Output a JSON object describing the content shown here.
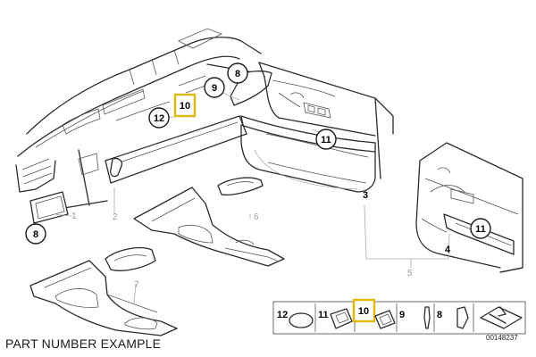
{
  "callouts": {
    "c1": "12",
    "c2": "10",
    "c3": "9",
    "c4": "8",
    "c5": "11",
    "c6": "8",
    "c7": "11"
  },
  "leaders": {
    "l1": "1",
    "l2": "2",
    "l3": "3",
    "l4": "4",
    "l5": "5",
    "l6": "6",
    "l7": "7"
  },
  "legend": {
    "items": [
      "12",
      "11",
      "10",
      "9",
      "8"
    ]
  },
  "highlight_color": "#e2b80a",
  "footer_label": "PART NUMBER EXAMPLE",
  "diagram_id": "00148237"
}
